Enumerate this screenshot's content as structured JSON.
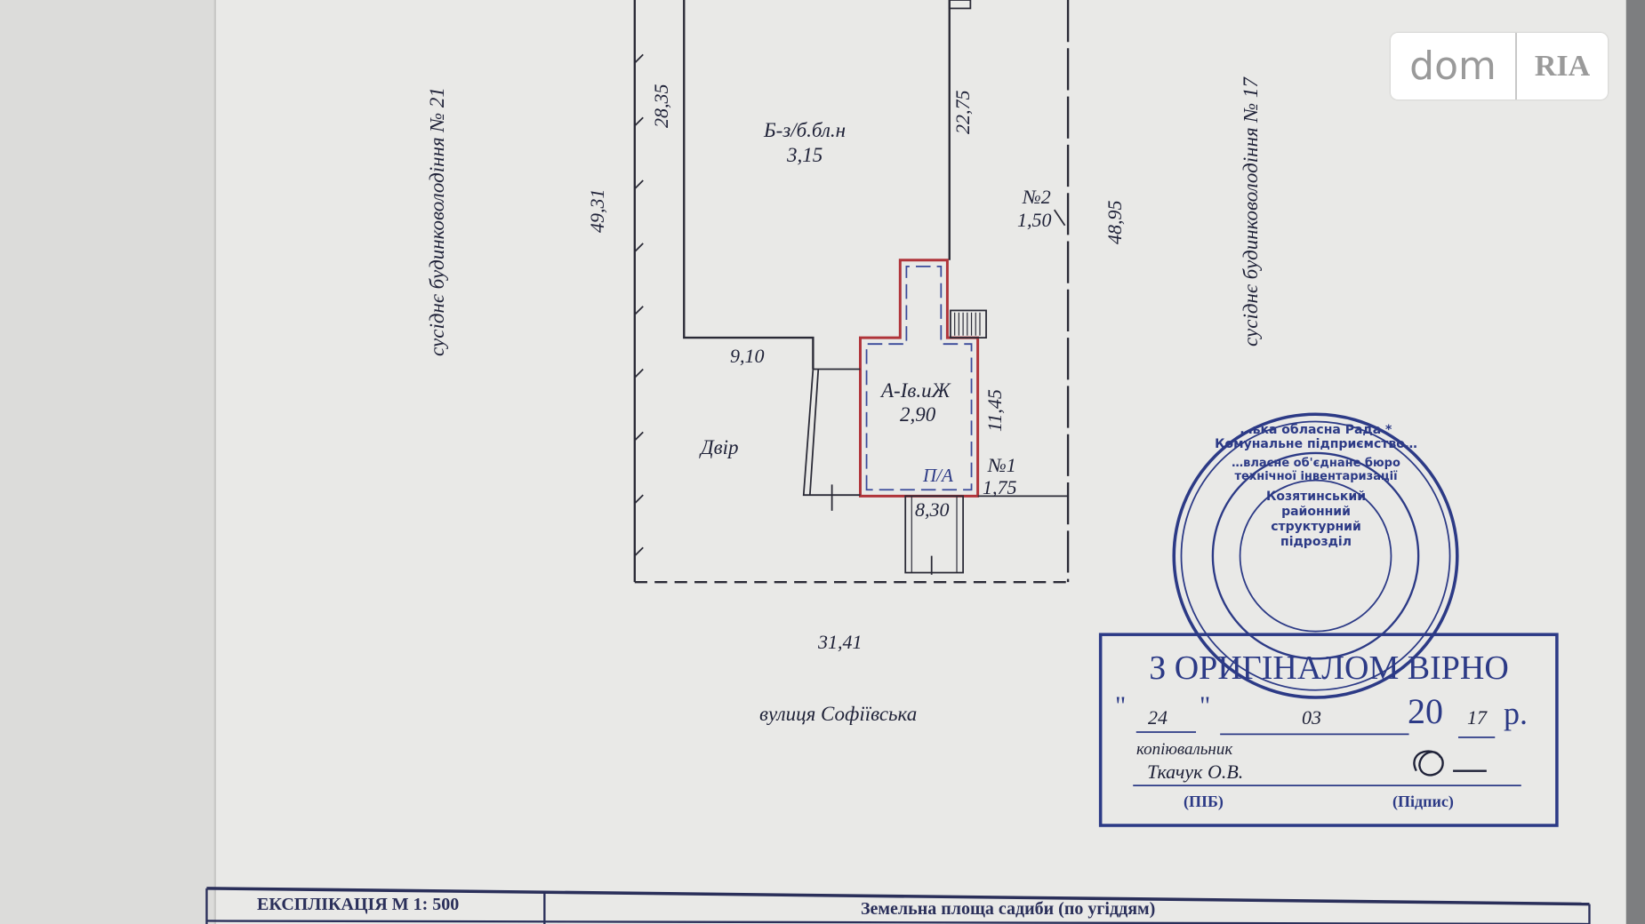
{
  "plan": {
    "neighbor_left": "сусіднє будинковолодіння  № 21",
    "neighbor_right": "сусіднє будинковолодіння  № 17",
    "dims": {
      "d1": "28,35",
      "d2": "49,31",
      "d3": "22,75",
      "d4": "48,95",
      "d5": "9,10",
      "d6": "11,45",
      "d7": "8,30",
      "d8": "31,41"
    },
    "building_b": {
      "code": "Б-з/б.бл.н",
      "height": "3,15"
    },
    "building_a": {
      "code": "А-Ів.иЖ",
      "height": "2,90",
      "porch": "П/А"
    },
    "item2": {
      "code": "№2",
      "value": "1,50"
    },
    "item1": {
      "code": "№1",
      "value": "1,75"
    },
    "yard": "Двір",
    "street": "вулиця  Софіївська"
  },
  "seal": {
    "outer": "…ька обласна Рада * Комунальне підприємство…",
    "middle": "…власне об'єднане бюро технічної інвентаризації",
    "center": [
      "Козятинський",
      "районний",
      "структурний",
      "підрозділ"
    ]
  },
  "certification": {
    "title": "З ОРИГІНАЛОМ ВІРНО",
    "day": "24",
    "month": "03",
    "year_prefix": "20",
    "year_suffix": "17",
    "year_unit": "р.",
    "quote": "\"",
    "role": "копіювальник",
    "name": "Ткачук О.В.",
    "name_caption": "(ПІБ)",
    "sign_caption": "(Підпис)"
  },
  "table": {
    "explication": "ЕКСПЛІКАЦІЯ М 1: 500",
    "land_area": "Земельна площа садиби (по угіддям)"
  },
  "watermark": {
    "left": "dom",
    "right": "RIA"
  },
  "colors": {
    "ink": "#1f2238",
    "stamp": "#2c3a86",
    "outline_red": "#b0343a",
    "paper": "#e9e9e7"
  }
}
